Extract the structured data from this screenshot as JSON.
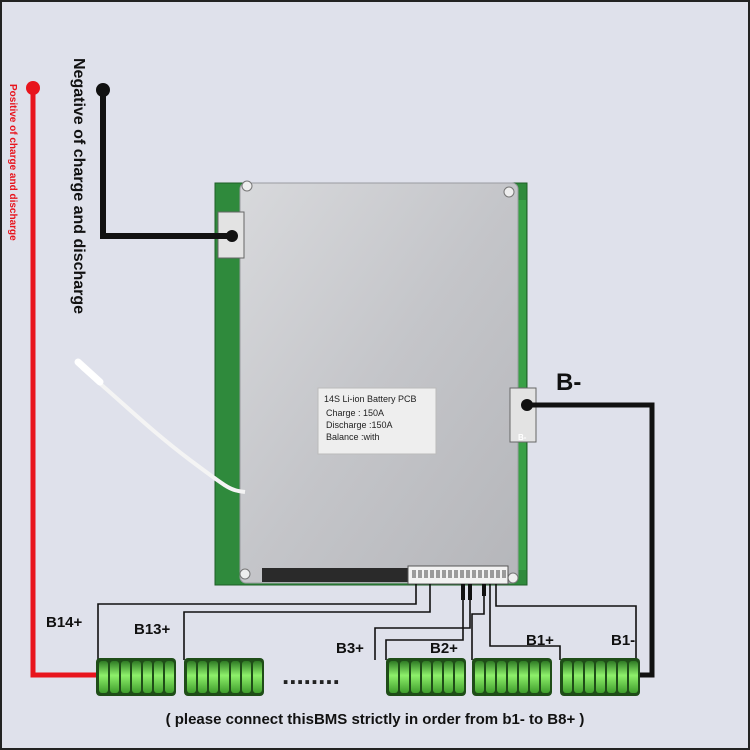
{
  "labels": {
    "negative": "Negative of charge and discharge",
    "positive": "Positive of charge and discharge",
    "b_minus": "B-"
  },
  "pcb_label": {
    "title": "14S Li-ion Battery PCB",
    "charge": "Charge : 150A",
    "discharge": "Discharge :150A",
    "balance": "Balance :with",
    "pad_mark": "B-"
  },
  "cells": {
    "b14": "B14+",
    "b13": "B13+",
    "b3": "B3+",
    "b2": "B2+",
    "b1": "B1+",
    "b1m": "B1-",
    "dots": "........"
  },
  "instruction": "( please connect thisBMS strictly in order from b1- to B8+ )",
  "colors": {
    "background": "#dfe1eb",
    "pcb_green": "#2f8a3c",
    "heatsink": "#c9cacd",
    "positive_wire": "#e8141c",
    "negative_wire": "#111111",
    "battery_green": "#5ee04a",
    "label_red": "#e8141c"
  }
}
